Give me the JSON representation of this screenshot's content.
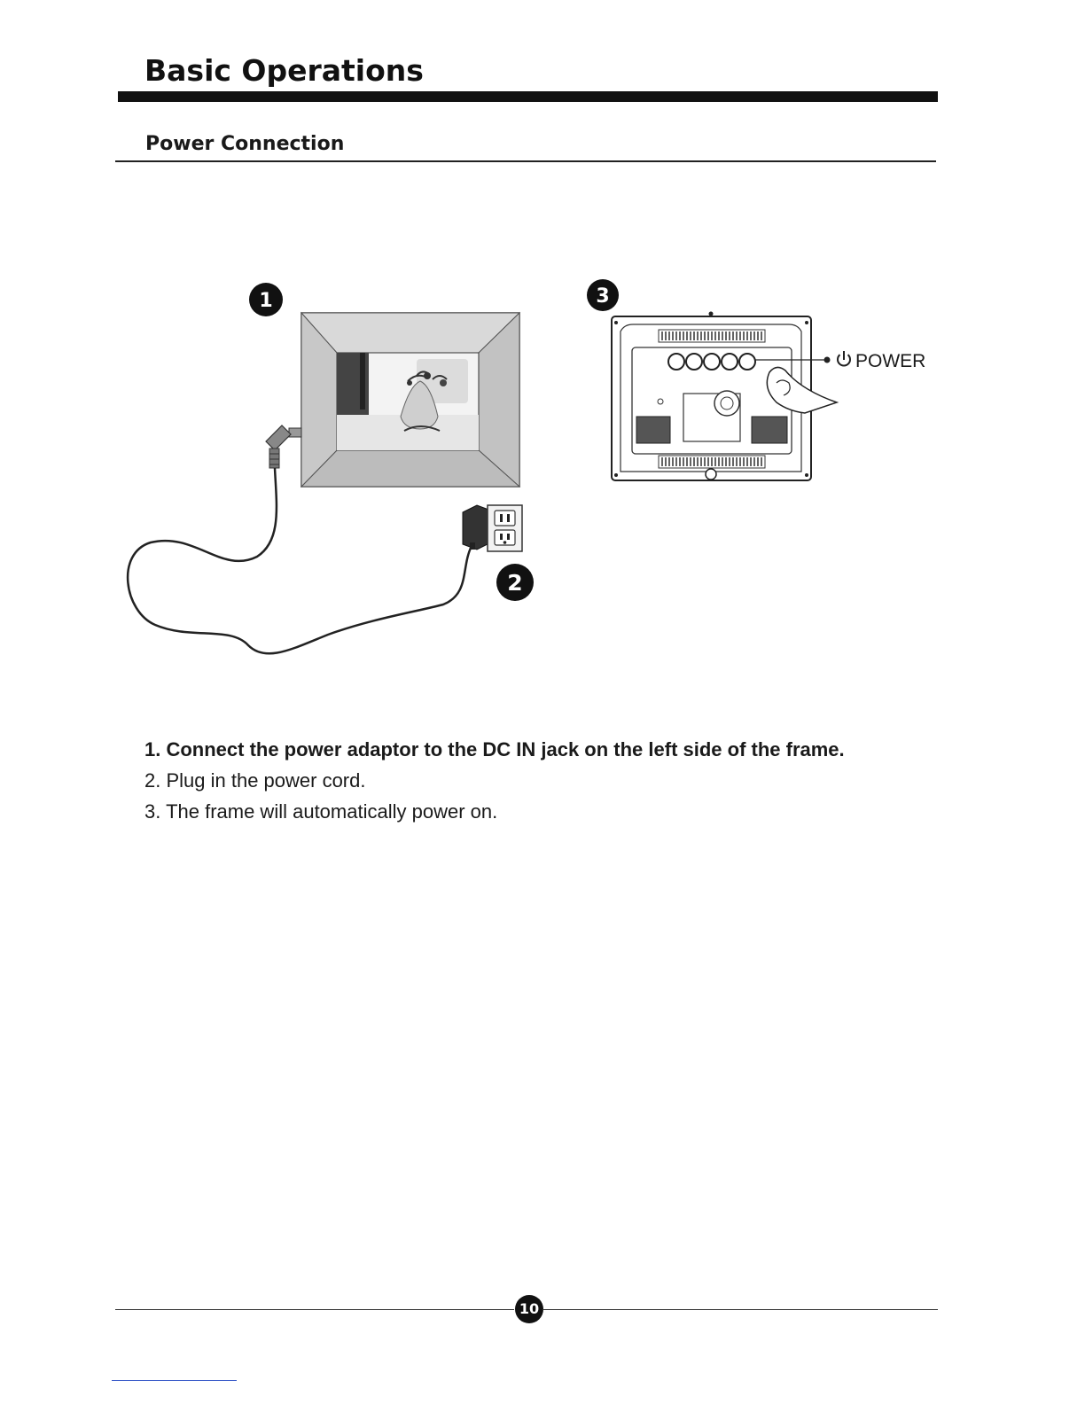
{
  "header": {
    "section_title": "Basic Operations",
    "sub_title": "Power Connection"
  },
  "figure": {
    "step_markers": [
      "1",
      "2",
      "3"
    ],
    "power_label": "POWER",
    "power_icon": "power-symbol-icon"
  },
  "steps": [
    "1. Connect the power adaptor to the DC  IN jack on the left side of  the frame.",
    "2. Plug in the power cord.",
    "3. The frame will automatically power on."
  ],
  "footer": {
    "page_number": "10"
  }
}
